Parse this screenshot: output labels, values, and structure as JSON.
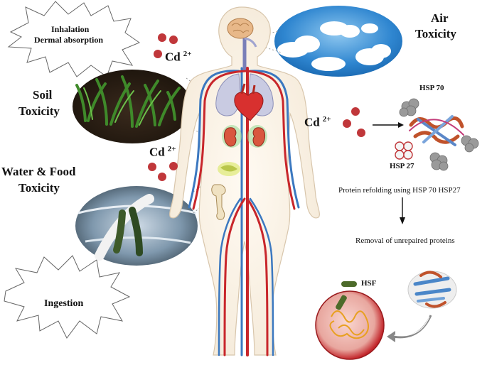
{
  "labels": {
    "inhalation_line1": "Inhalation",
    "inhalation_line2": "Dermal absorption",
    "soil_line1": "Soil",
    "soil_line2": "Toxicity",
    "water_line1": "Water & Food",
    "water_line2": "Toxicity",
    "ingestion": "Ingestion",
    "air_line1": "Air",
    "air_line2": "Toxicity",
    "cd_symbol": "Cd",
    "cd_charge": "2+",
    "hsp70": "HSP 70",
    "hsp27": "HSP 27",
    "protein_refolding": "Protein refolding using HSP 70 HSP27",
    "removal": "Removal of unrepaired proteins",
    "hsf": "HSF"
  },
  "colors": {
    "cd_ion": "#c0373a",
    "artery": "#c8262b",
    "vein": "#3b78c0",
    "skin_fill": "#fbf6ee",
    "cell_red": "#c3262b",
    "hsf_green": "#4d6b2a",
    "protein_gray": "#9a9a9a"
  },
  "icons": [
    "starburst-callout",
    "cd-ion-cluster",
    "human-body",
    "brain-icon",
    "lungs-icon",
    "heart-icon",
    "kidney-icon",
    "cloud-sky-photo",
    "soil-plants-photo",
    "water-field-photo",
    "protein-structure-icon",
    "cell-nucleus-icon",
    "arrow-down-icon",
    "cycle-arrow-icon"
  ]
}
